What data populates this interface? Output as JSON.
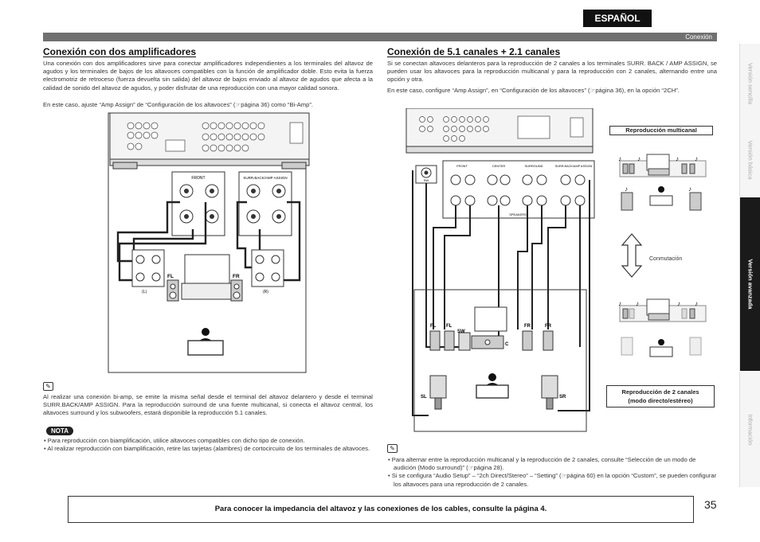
{
  "header": {
    "language": "ESPAÑOL",
    "section": "Conexión"
  },
  "left": {
    "title": "Conexión con dos amplificadores",
    "intro": "Una conexión con dos amplificadores sirve para conectar amplificadores independientes a los terminales del altavoz de agudos y los terminales de bajos de los altavoces compatibles con la función de amplificador doble. Esto evita la fuerza electromotriz de retroceso (fuerza devuelta sin salida) del altavoz de bajos enviado al altavoz de agudos que afecta a la calidad de sonido del altavoz de agudos, y poder disfrutar de una reproducción con una mayor calidad sonora.",
    "intro2": "En este caso, ajuste “Amp Assign” de “Configuración de los altavoces” (☞página 36) como “Bi-Amp”.",
    "diagram": {
      "front": "FRONT",
      "surr_back": "SURR.BACK/AMP ASSIGN",
      "fl": "FL",
      "fr": "FR",
      "l": "(L)",
      "r": "(R)"
    },
    "note": "Al realizar una conexión bi-amp, se emite la misma señal desde el terminal del altavoz delantero y desde el terminal SURR.BACK/AMP ASSIGN. Para la reproducción surround de una fuente multicanal, si conecta el altavoz central, los altavoces surround y los subwoofers, estará disponible la reproducción 5.1 canales.",
    "nota_label": "NOTA",
    "nota_items": [
      "Para reproducción con biamplificación, utilice altavoces compatibles con dicho tipo de conexión.",
      "Al realizar reproducción con biamplificación, retire las tarjetas (alambres) de cortocircuito de los terminales de altavoces."
    ]
  },
  "right": {
    "title": "Conexión de 5.1 canales + 2.1 canales",
    "intro": "Si se conectan altavoces delanteros para la reproducción de 2 canales a los terminales SURR. BACK / AMP ASSIGN, se pueden usar los altavoces para la reproducción multicanal y para la reproducción con 2 canales, alternando entre una opción y otra.",
    "intro2": "En este caso, configure “Amp Assign”, en “Configuración de los altavoces” (☞página 36), en la opción “2CH”.",
    "diagram": {
      "fl1": "FL",
      "fl2": "FL",
      "fr1": "FR",
      "fr2": "FR",
      "sw": "SW",
      "c": "C",
      "sl": "SL",
      "sr": "SR",
      "sw_jack": "SW",
      "front": "FRONT",
      "center": "CENTER",
      "surround": "SURROUND",
      "surr_back": "SURR.BACK/AMP ASSIGN",
      "speakers": "SPEAKERS"
    },
    "multi_label": "Reproducción multicanal",
    "switch_label": "Conmutación",
    "twoch_label_1": "Reproducción de 2 canales",
    "twoch_label_2": "(modo directo/estéreo)",
    "note_items": [
      "Para alternar entre la reproducción multicanal y la reproducción de 2 canales, consulte “Selección de un modo de audición (Modo surround)” (☞página 28).",
      "Si se configura “Audio Setup” – “2ch Direct/Stereo” – “Setting” (☞página 60) en la opción “Custom”, se pueden configurar los altavoces para una reproducción de 2 canales."
    ]
  },
  "side_tabs": [
    "Versión sencilla",
    "Versión básica",
    "Versión avanzada",
    "Información"
  ],
  "footer": "Para conocer la impedancia del altavoz y las conexiones de los cables, consulte la página 4.",
  "page_number": "35"
}
